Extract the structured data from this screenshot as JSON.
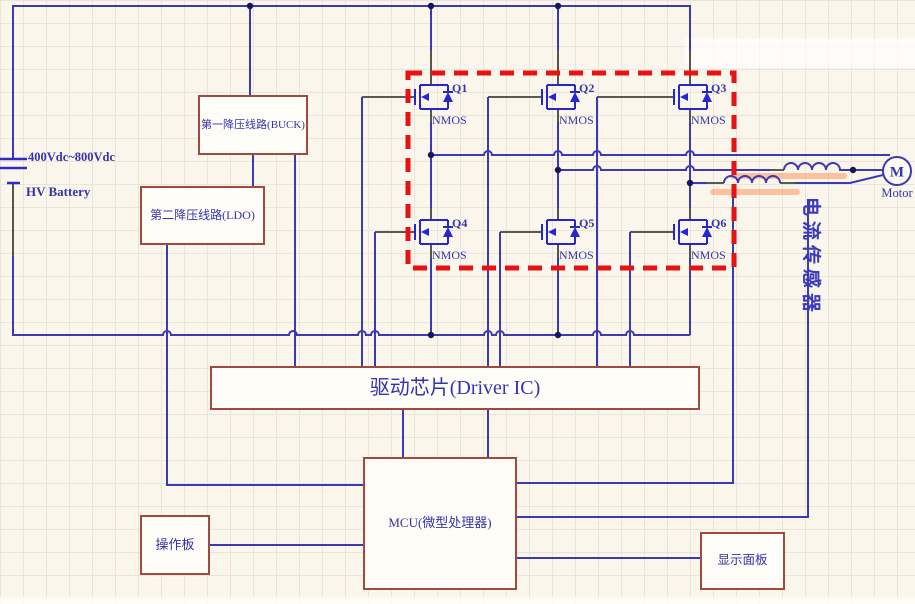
{
  "diagram": {
    "battery": {
      "voltage": "400Vdc~800Vdc",
      "name": "HV Battery"
    },
    "buck": {
      "label": "第一降压线路(BUCK)"
    },
    "ldo": {
      "label": "第二降压线路(LDO)"
    },
    "driver_ic": {
      "label": "驱动芯片(Driver IC)"
    },
    "mcu": {
      "label": "MCU(微型处理器)"
    },
    "operation_panel": {
      "label": "操作板"
    },
    "display_panel": {
      "label": "显示面板"
    },
    "inverter": {
      "transistors": [
        {
          "id": "Q1",
          "type": "NMOS"
        },
        {
          "id": "Q2",
          "type": "NMOS"
        },
        {
          "id": "Q3",
          "type": "NMOS"
        },
        {
          "id": "Q4",
          "type": "NMOS"
        },
        {
          "id": "Q5",
          "type": "NMOS"
        },
        {
          "id": "Q6",
          "type": "NMOS"
        }
      ]
    },
    "motor": {
      "symbol": "M",
      "label": "Motor"
    },
    "current_sensor": {
      "label": "电流传感器"
    },
    "colors": {
      "wire": "#3A3AB2",
      "mosfet": "#2626CE",
      "box_border": "#A0493F",
      "text": "#3434AC",
      "highlight_box": "#E81212",
      "sensor_highlight": "#FF8C50",
      "background": "#FAF6EC",
      "grid": "#EAE5DA"
    }
  }
}
